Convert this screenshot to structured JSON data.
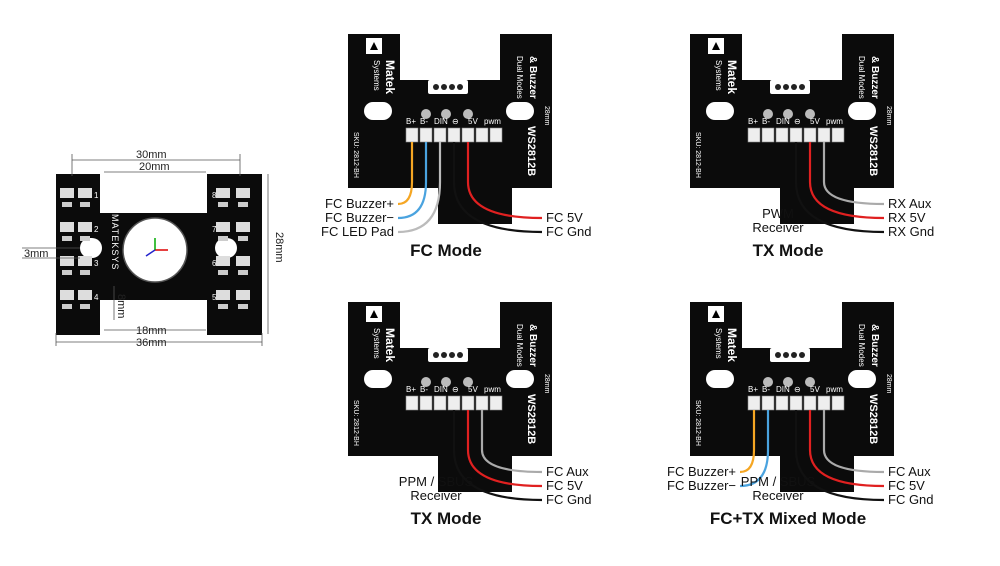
{
  "left_board": {
    "dim_top_outer": "30mm",
    "dim_top_inner": "20mm",
    "dim_left": "3mm",
    "dim_right": "28mm",
    "dim_center": "8mm",
    "dim_bottom_inner": "18mm",
    "dim_bottom_outer": "36mm",
    "brand": "MATEKSYS",
    "led_numbers_left": [
      "1",
      "2",
      "3",
      "4"
    ],
    "led_numbers_right": [
      "8",
      "7",
      "6",
      "5"
    ]
  },
  "board_print": {
    "brand": "Matek",
    "brand_sub": "Systems",
    "title_top": "& Buzzer",
    "title_sub": "Dual Modes",
    "model": "WS2812B",
    "sku": "SKU: 2812-BH",
    "size": "28mm",
    "pin_labels": [
      "B+",
      "B-",
      "DIN",
      "⊖",
      "5V",
      "pwm"
    ]
  },
  "panels": [
    {
      "mode": "FC Mode",
      "left_labels": [
        "FC Buzzer+",
        "FC Buzzer−",
        "FC LED Pad"
      ],
      "center_label": [
        "",
        ""
      ],
      "right_labels": [
        "",
        "FC 5V",
        "FC Gnd"
      ]
    },
    {
      "mode": "TX Mode",
      "left_labels": [
        "",
        "",
        ""
      ],
      "center_label": [
        "PWM",
        "Receiver"
      ],
      "right_labels": [
        "RX Aux",
        "RX 5V",
        "RX Gnd"
      ]
    },
    {
      "mode": "TX Mode",
      "left_labels": [
        "",
        "",
        ""
      ],
      "center_label": [
        "PPM / SBUS",
        "Receiver"
      ],
      "right_labels": [
        "FC Aux",
        "FC 5V",
        "FC Gnd"
      ]
    },
    {
      "mode": "FC+TX Mixed Mode",
      "left_labels": [
        "FC Buzzer+",
        "FC Buzzer−",
        ""
      ],
      "center_label": [
        "PPM / SBUS",
        "Receiver"
      ],
      "right_labels": [
        "FC Aux",
        "FC 5V",
        "FC Gnd"
      ]
    }
  ],
  "wire_colors": {
    "buzzer_plus": "#f5a623",
    "buzzer_minus": "#4aa3df",
    "led_pad": "#bbbbbb",
    "aux": "#aaaaaa",
    "v5": "#e02020",
    "gnd": "#111111"
  }
}
